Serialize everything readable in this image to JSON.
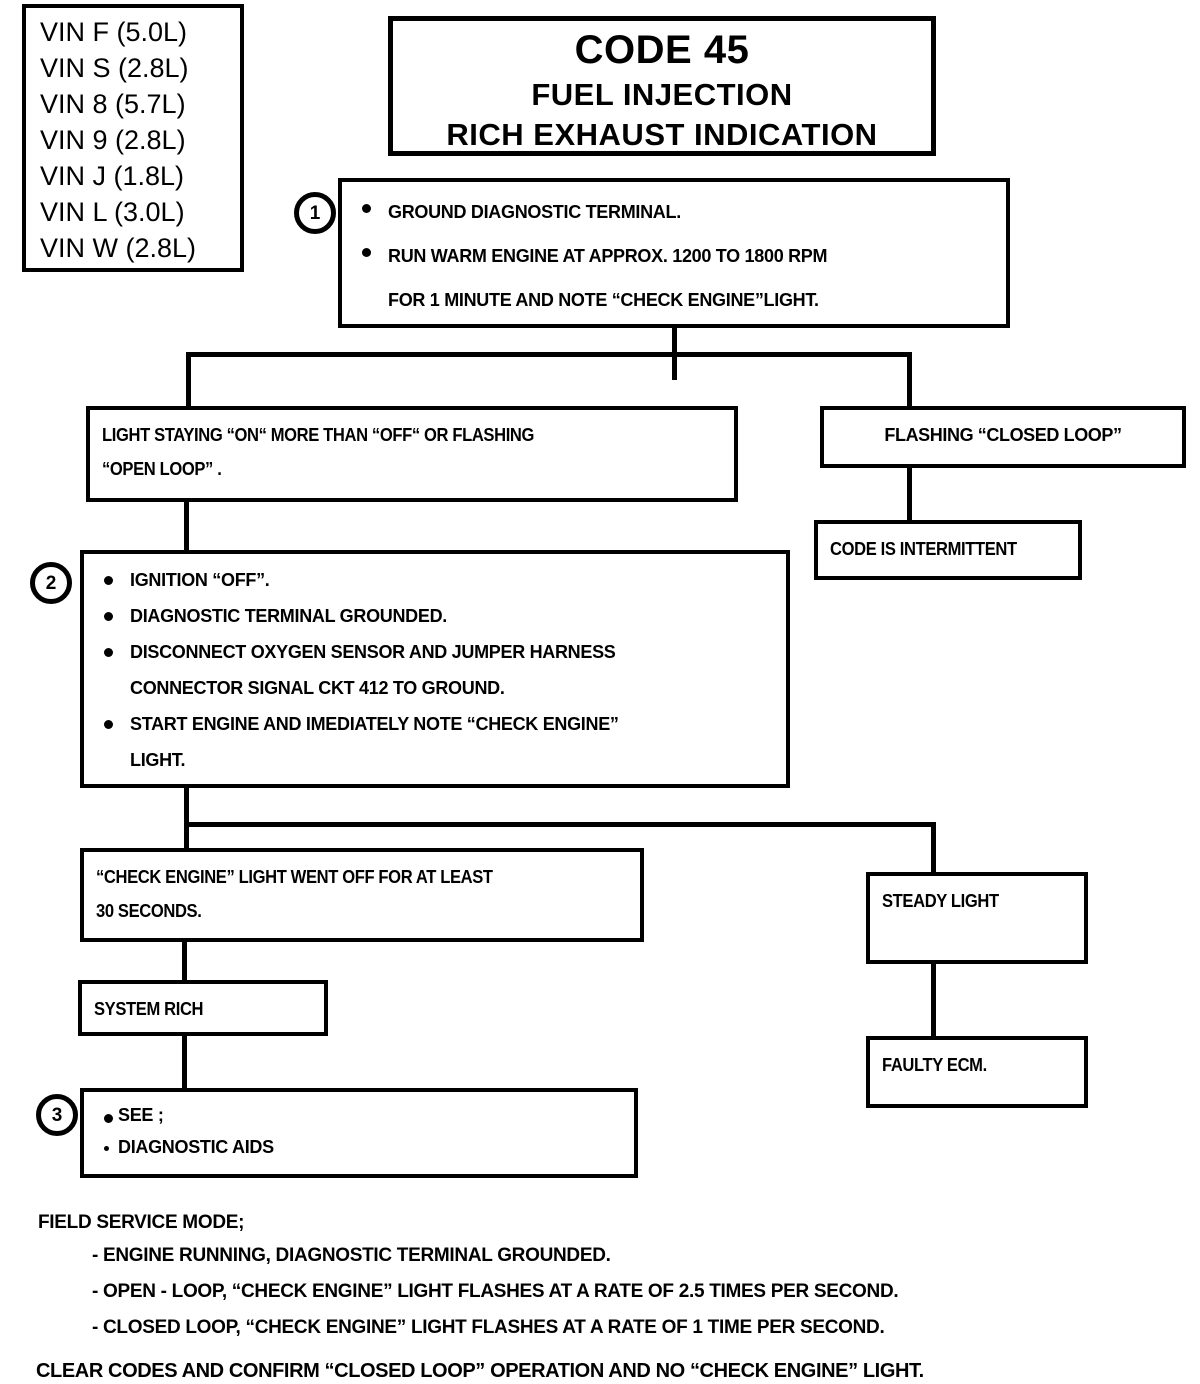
{
  "vin_legend": {
    "lines": [
      "VIN F (5.0L)",
      "VIN S (2.8L)",
      "VIN 8 (5.7L)",
      "VIN 9 (2.8L)",
      "VIN J (1.8L)",
      "VIN L (3.0L)",
      "VIN W (2.8L)"
    ]
  },
  "title": {
    "code": "CODE 45",
    "system": "FUEL INJECTION",
    "description": "RICH EXHAUST INDICATION"
  },
  "steps": {
    "one": "1",
    "two": "2",
    "three": "3"
  },
  "step1": {
    "items": [
      "GROUND DIAGNOSTIC TERMINAL.",
      "RUN WARM ENGINE AT APPROX. 1200 TO 1800 RPM",
      "FOR 1 MINUTE AND NOTE “CHECK ENGINE”LIGHT."
    ]
  },
  "branch_open_loop": {
    "line1": "LIGHT STAYING “ON“ MORE THAN “OFF“ OR FLASHING",
    "line2": "“OPEN LOOP” ."
  },
  "branch_closed_loop": {
    "label": "FLASHING “CLOSED LOOP”"
  },
  "intermittent": {
    "label": "CODE IS INTERMITTENT"
  },
  "step2": {
    "items": [
      "IGNITION “OFF”.",
      "DIAGNOSTIC TERMINAL GROUNDED.",
      "DISCONNECT OXYGEN SENSOR AND JUMPER HARNESS",
      "CONNECTOR SIGNAL CKT 412 TO GROUND.",
      "START ENGINE AND IMEDIATELY NOTE “CHECK ENGINE”",
      "LIGHT."
    ]
  },
  "light_off": {
    "line1": "“CHECK ENGINE” LIGHT WENT OFF FOR AT LEAST",
    "line2": "30 SECONDS."
  },
  "system_rich": {
    "label": "SYSTEM RICH"
  },
  "step3": {
    "line1": "SEE ;",
    "line2": "DIAGNOSTIC AIDS"
  },
  "steady_light": {
    "label": "STEADY LIGHT"
  },
  "faulty_ecm": {
    "label": "FAULTY ECM."
  },
  "footer": {
    "heading": "FIELD SERVICE MODE;",
    "items": [
      "- ENGINE RUNNING, DIAGNOSTIC TERMINAL GROUNDED.",
      "- OPEN - LOOP, “CHECK ENGINE” LIGHT FLASHES AT A RATE OF 2.5 TIMES PER SECOND.",
      "- CLOSED LOOP, “CHECK ENGINE” LIGHT FLASHES AT A RATE OF 1 TIME PER SECOND."
    ],
    "closing": "CLEAR CODES AND CONFIRM “CLOSED LOOP”  OPERATION AND NO “CHECK ENGINE” LIGHT."
  },
  "colors": {
    "ink": "#000000",
    "paper": "#ffffff"
  }
}
